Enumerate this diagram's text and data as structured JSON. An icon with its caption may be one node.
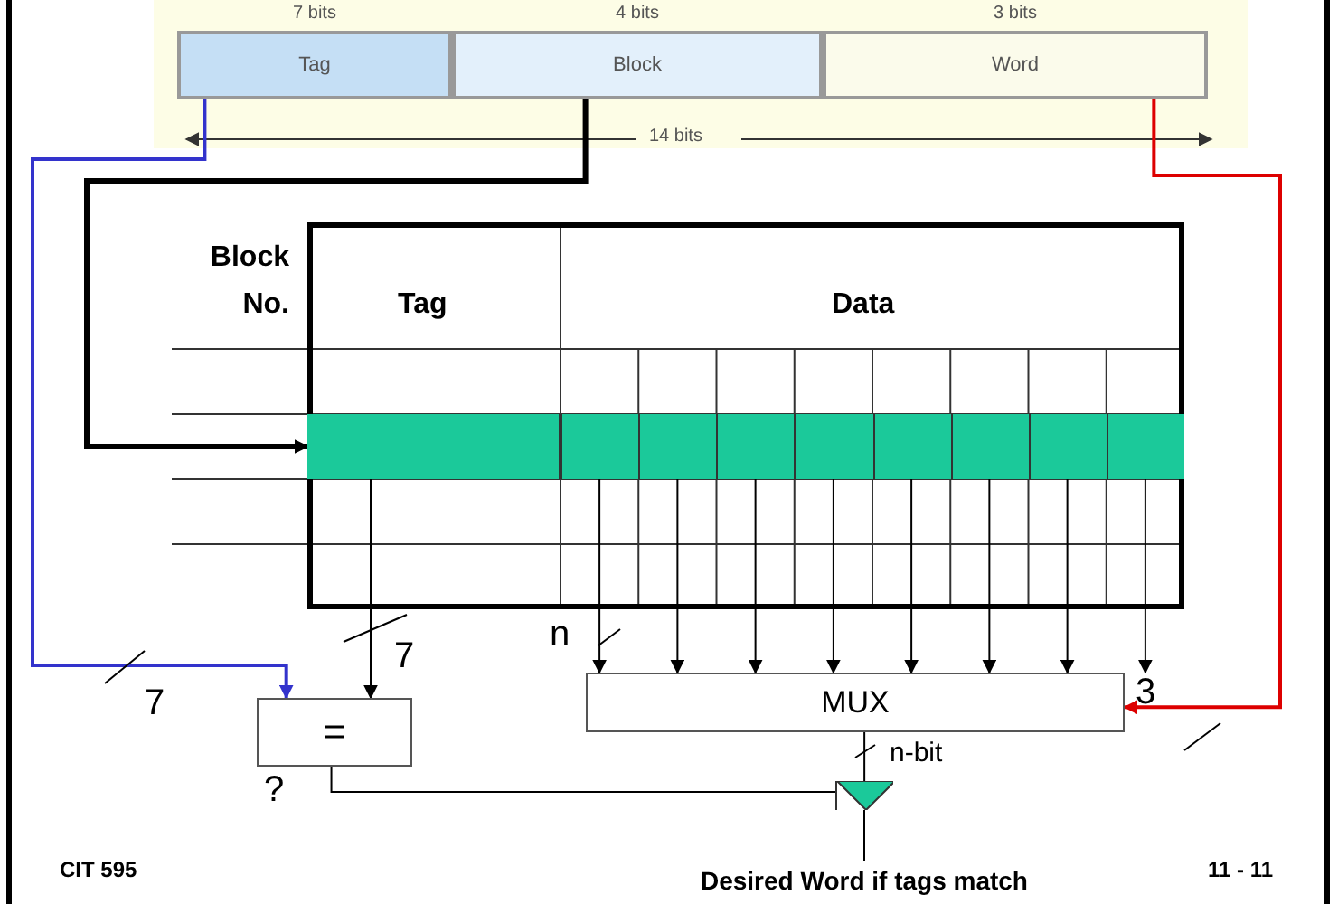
{
  "diagram": {
    "nodes": [
      {
        "text": [
          "Tag"
        ],
        "beside": [
          "7 bits"
        ]
      },
      {
        "text": [
          "Block"
        ],
        "beside": [
          "4 bits"
        ]
      },
      {
        "text": [
          "Word"
        ],
        "beside": [
          "3 bits"
        ]
      },
      {
        "text": [],
        "shape": "box"
      },
      {
        "text": [],
        "shape": "bar",
        "in": 3
      },
      {
        "text": [],
        "shape": "box",
        "in": 4
      },
      {
        "text": [],
        "shape": "box",
        "in": 4
      },
      {
        "text": [],
        "shape": "box",
        "in": 4
      },
      {
        "text": [],
        "shape": "box",
        "in": 4
      },
      {
        "text": [],
        "shape": "box",
        "in": 4
      },
      {
        "text": [],
        "shape": "box",
        "in": 4
      },
      {
        "text": [],
        "shape": "box",
        "in": 4
      },
      {
        "text": [],
        "shape": "box",
        "in": 4
      },
      {
        "text": [],
        "shape": "box",
        "in": 4
      },
      {
        "text": [
          "="
        ],
        "beside": [
          "?"
        ]
      },
      {
        "text": [
          "MUX"
        ]
      },
      {
        "text": [],
        "shape": "triangle"
      },
      {
        "text": [
          "Desired Word if tags match"
        ]
      }
    ],
    "edges": [
      {
        "from": 0,
        "to": 14,
        "arrow": "to",
        "label": "7",
        "color": "#3333cc"
      },
      {
        "from": 1,
        "to": 4,
        "arrow": "to",
        "style": "thick"
      },
      {
        "from": 2,
        "to": 15,
        "arrow": "to",
        "label": "3",
        "color": "#dd0000"
      },
      {
        "from": 5,
        "to": 14,
        "arrow": "to",
        "label": "7"
      },
      {
        "from": 6,
        "to": 15,
        "arrow": "to",
        "label": "n"
      },
      {
        "from": 7,
        "to": 15,
        "arrow": "to"
      },
      {
        "from": 8,
        "to": 15,
        "arrow": "to"
      },
      {
        "from": 9,
        "to": 15,
        "arrow": "to"
      },
      {
        "from": 10,
        "to": 15,
        "arrow": "to"
      },
      {
        "from": 11,
        "to": 15,
        "arrow": "to"
      },
      {
        "from": 12,
        "to": 15,
        "arrow": "to"
      },
      {
        "from": 13,
        "to": 15,
        "arrow": "to"
      },
      {
        "from": 14,
        "to": 16,
        "arrow": "none"
      },
      {
        "from": 15,
        "to": 16,
        "arrow": "none",
        "label": "n-bit"
      },
      {
        "from": 16,
        "to": 17,
        "arrow": "none"
      }
    ],
    "labels": [
      "14 bits",
      "Block No.",
      "Tag",
      "Data",
      "CIT 595",
      "11 - 11"
    ]
  }
}
